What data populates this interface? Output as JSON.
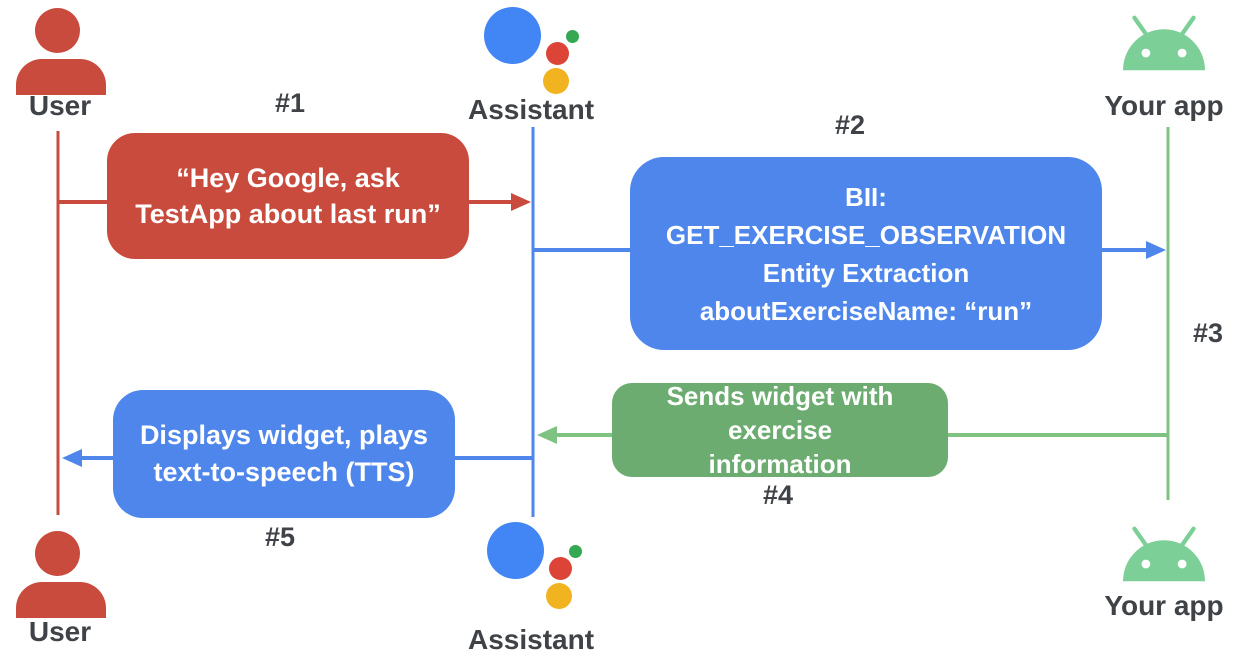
{
  "colors": {
    "red": "#c94b3d",
    "blue": "#4e86ec",
    "green": "#6cac70",
    "line-green": "#7ec381",
    "android-green": "#7ccf96",
    "logo-blue": "#4285f4",
    "logo-red": "#db4437",
    "logo-yellow": "#f2b321",
    "logo-green": "#34a853",
    "label": "#3f4347"
  },
  "actors": {
    "user_top": "User",
    "assistant_top": "Assistant",
    "app_top": "Your app",
    "user_bottom": "User",
    "assistant_bottom": "Assistant",
    "app_bottom": "Your app"
  },
  "icons": {
    "user": "person-icon",
    "assistant": "google-assistant-logo",
    "app": "android-robot-icon"
  },
  "steps": {
    "s1": {
      "tag": "#1",
      "lines": [
        "“Hey Google, ask",
        "TestApp about last run”"
      ]
    },
    "s2": {
      "tag": "#2",
      "lines": [
        "BII:",
        "GET_EXERCISE_OBSERVATION",
        "Entity Extraction",
        "aboutExerciseName: “run”"
      ]
    },
    "s3": {
      "tag": "#3"
    },
    "s4": {
      "tag": "#4",
      "lines": [
        "Sends widget with exercise",
        "information"
      ]
    },
    "s5": {
      "tag": "#5",
      "lines": [
        "Displays widget, plays",
        "text-to-speech (TTS)"
      ]
    }
  }
}
